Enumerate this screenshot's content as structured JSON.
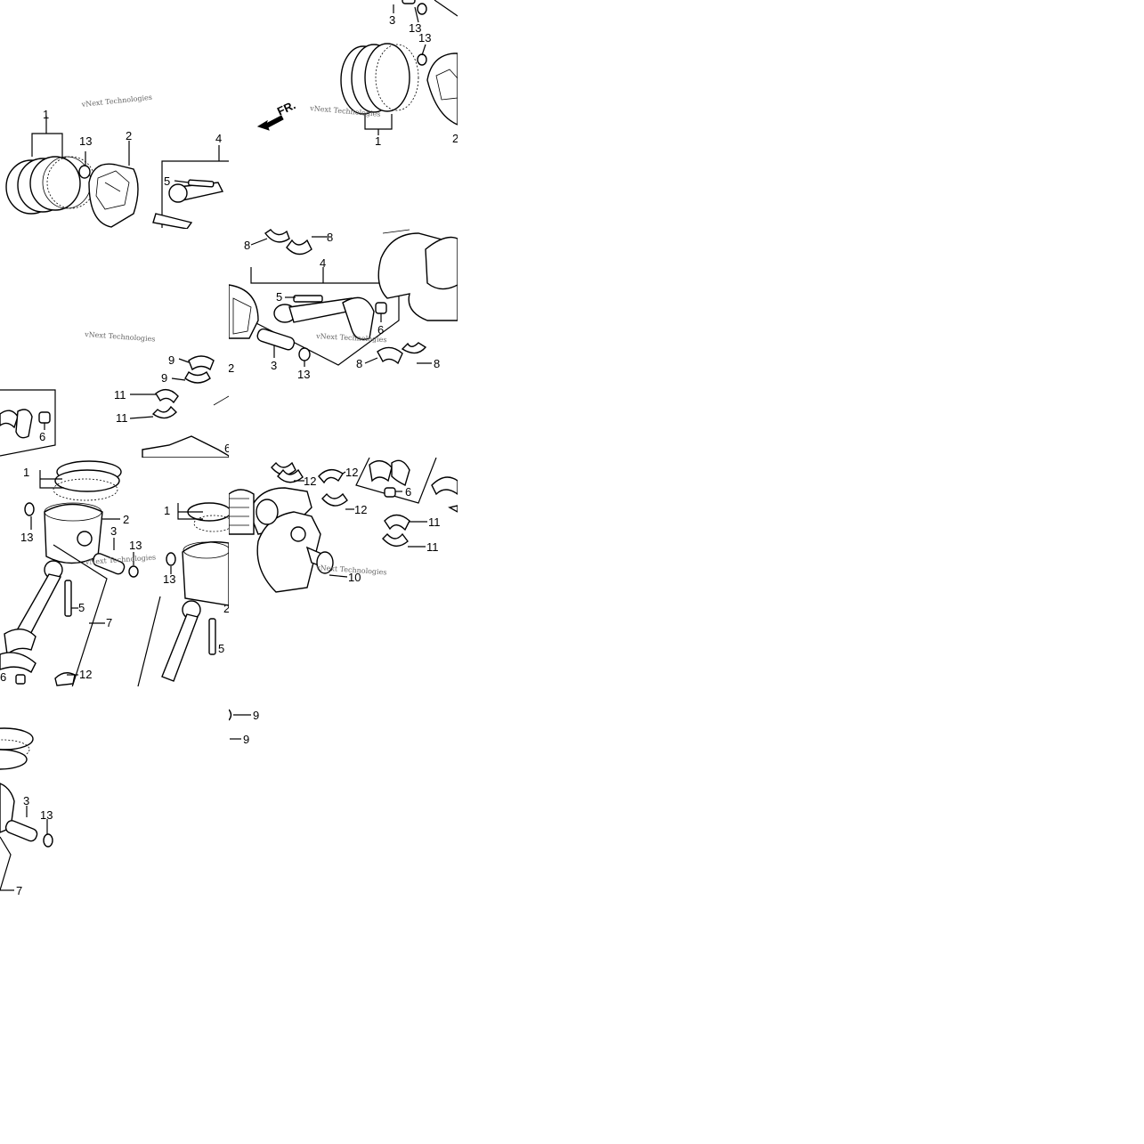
{
  "watermark": "vNext Technologies",
  "direction": "FR.",
  "callouts": [
    "1",
    "2",
    "3",
    "4",
    "5",
    "6",
    "7",
    "8",
    "9",
    "10",
    "11",
    "12",
    "13"
  ]
}
